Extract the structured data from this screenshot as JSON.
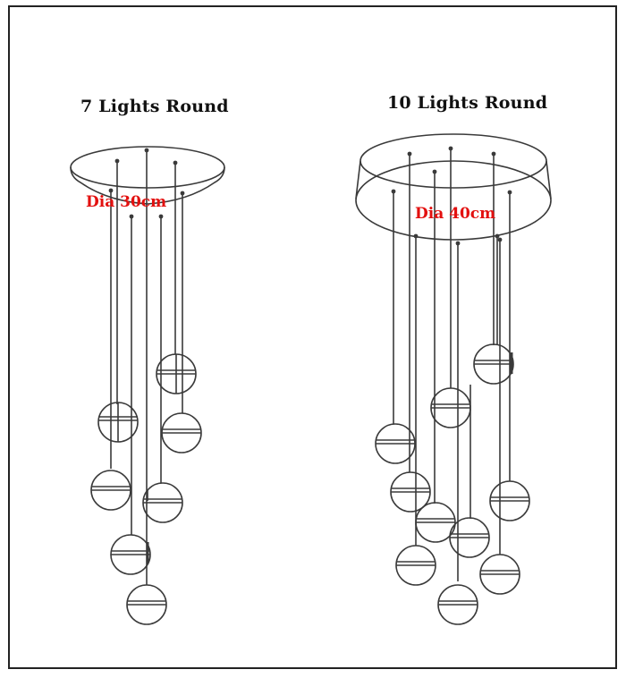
{
  "products": [
    {
      "title": "7 Lights Round",
      "canopy_diameter_label": "Dia 30cm",
      "light_count": 7
    },
    {
      "title": "10 Lights Round",
      "canopy_diameter_label": "Dia 40cm",
      "light_count": 10
    }
  ],
  "colors": {
    "line": "#3a3a3a",
    "dimension_text": "#e3100f",
    "title_text": "#111111",
    "frame": "#222222",
    "background": "#ffffff"
  }
}
